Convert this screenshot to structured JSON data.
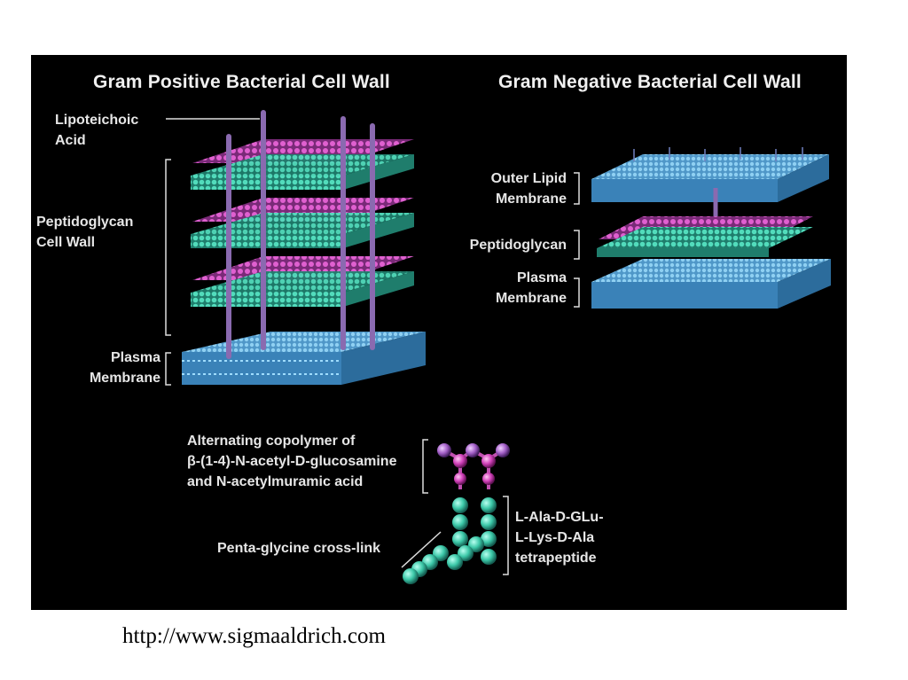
{
  "titles": {
    "gram_positive": "Gram Positive Bacterial Cell Wall",
    "gram_negative": "Gram Negative Bacterial Cell Wall"
  },
  "gram_positive_labels": {
    "lipoteichoic_1": "Lipoteichoic",
    "lipoteichoic_2": "Acid",
    "peptidoglycan_1": "Peptidoglycan",
    "peptidoglycan_2": "Cell Wall",
    "plasma_1": "Plasma",
    "plasma_2": "Membrane"
  },
  "gram_negative_labels": {
    "outer_1": "Outer Lipid",
    "outer_2": "Membrane",
    "peptidoglycan": "Peptidoglycan",
    "plasma_1": "Plasma",
    "plasma_2": "Membrane"
  },
  "detail_labels": {
    "copolymer_1": "Alternating copolymer of",
    "copolymer_2": "β-(1-4)-N-acetyl-D-glucosamine",
    "copolymer_3": "and N-acetylmuramic acid",
    "crosslink": "Penta-glycine cross-link",
    "tetra_1": "L-Ala-D-GLu-",
    "tetra_2": "L-Lys-D-Ala",
    "tetra_3": "tetrapeptide"
  },
  "source_url": "http://www.sigmaaldrich.com",
  "colors": {
    "background": "#000000",
    "membrane": "#5ea8d8",
    "magenta": "#d040b8",
    "teal": "#3cc8a8",
    "purple_rod": "#8a6ab0"
  }
}
